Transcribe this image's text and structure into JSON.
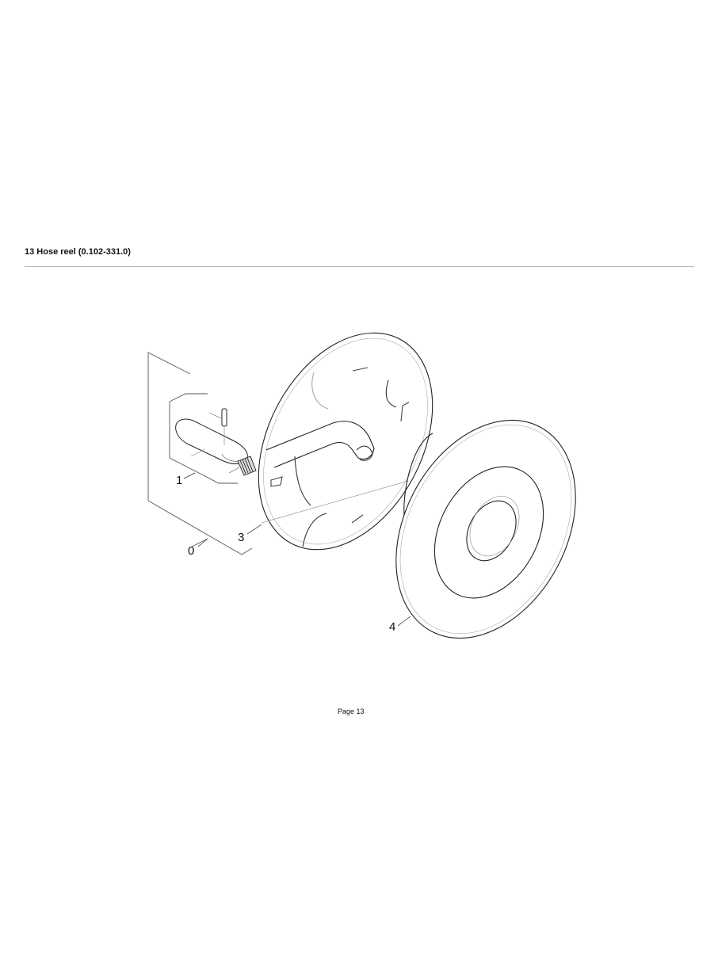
{
  "page": {
    "title": "13 Hose reel (0.102-331.0)",
    "footer": "Page 13"
  },
  "diagram": {
    "callouts": [
      {
        "id": "0",
        "label": "0"
      },
      {
        "id": "1",
        "label": "1"
      },
      {
        "id": "3",
        "label": "3"
      },
      {
        "id": "4",
        "label": "4"
      }
    ]
  }
}
